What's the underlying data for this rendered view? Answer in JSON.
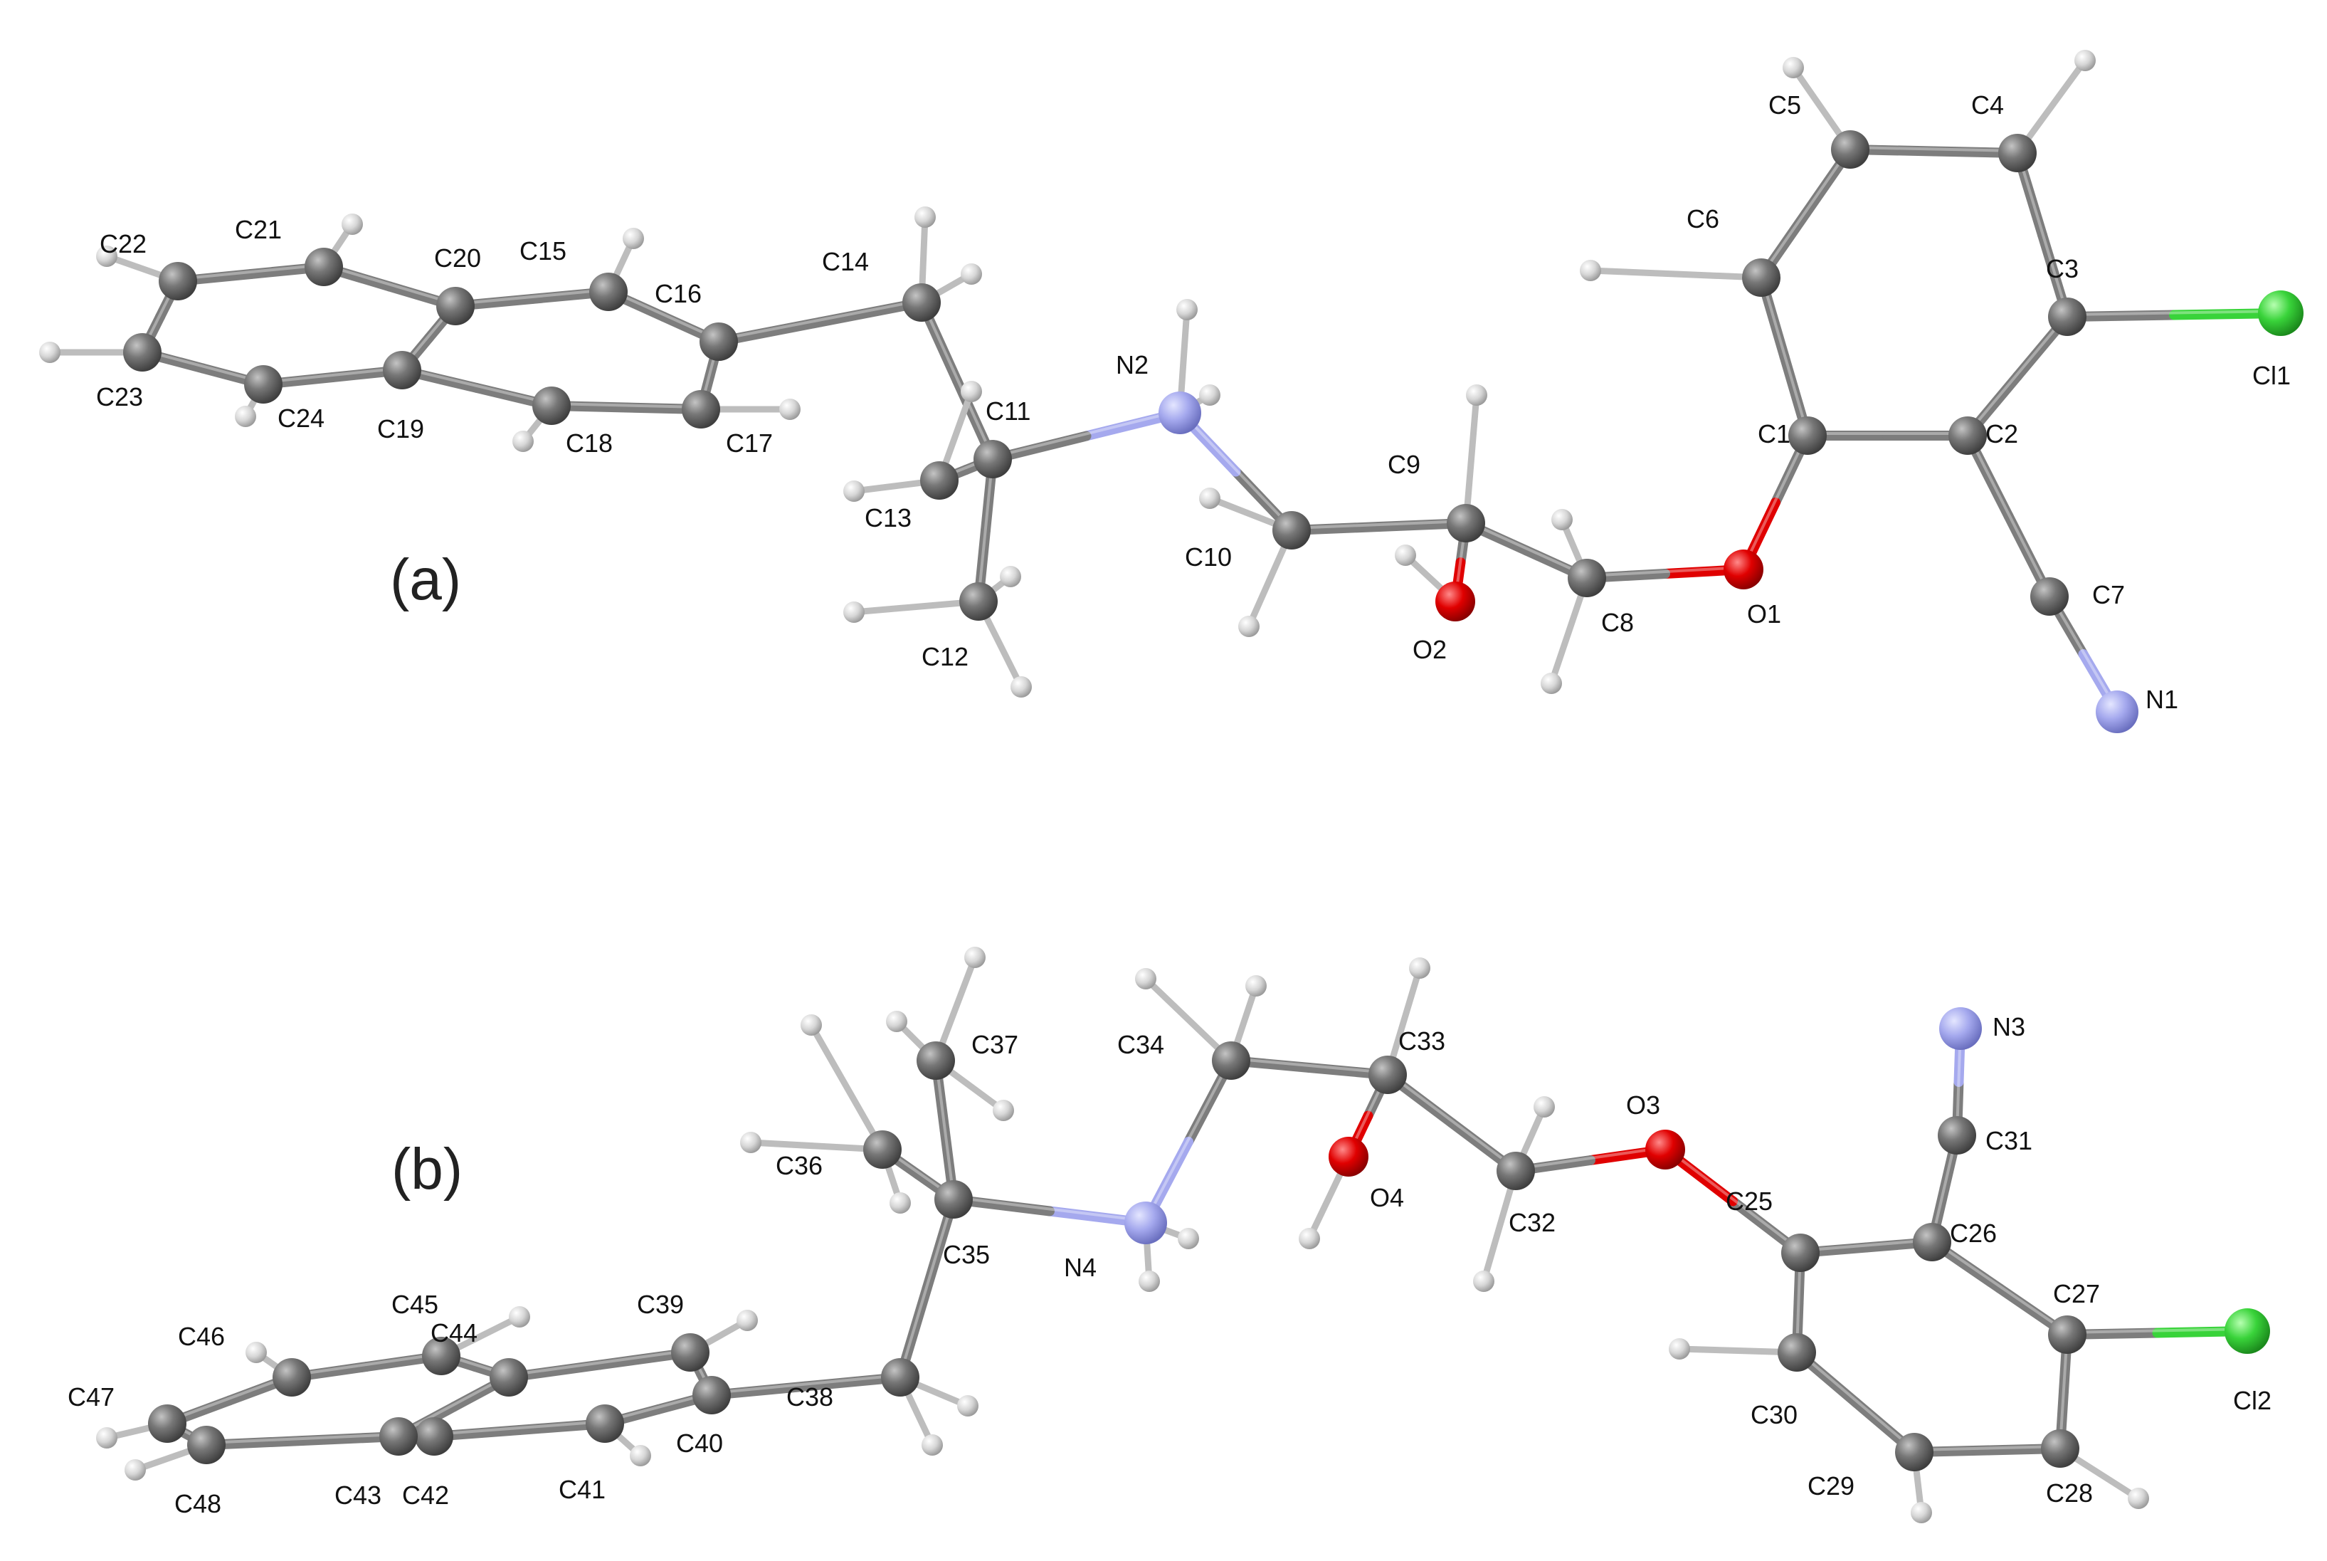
{
  "figure": {
    "panels": [
      {
        "id": "a",
        "label": "(a)",
        "atoms": [
          {
            "id": "C1",
            "el": "C"
          },
          {
            "id": "C2",
            "el": "C"
          },
          {
            "id": "C3",
            "el": "C"
          },
          {
            "id": "C4",
            "el": "C"
          },
          {
            "id": "C5",
            "el": "C"
          },
          {
            "id": "C6",
            "el": "C"
          },
          {
            "id": "C7",
            "el": "C"
          },
          {
            "id": "N1",
            "el": "N"
          },
          {
            "id": "Cl1",
            "el": "Cl"
          },
          {
            "id": "O1",
            "el": "O"
          },
          {
            "id": "C8",
            "el": "C"
          },
          {
            "id": "C9",
            "el": "C"
          },
          {
            "id": "O2",
            "el": "O"
          },
          {
            "id": "C10",
            "el": "C"
          },
          {
            "id": "N2",
            "el": "N"
          },
          {
            "id": "C11",
            "el": "C"
          },
          {
            "id": "C12",
            "el": "C"
          },
          {
            "id": "C13",
            "el": "C"
          },
          {
            "id": "C14",
            "el": "C"
          },
          {
            "id": "C15",
            "el": "C"
          },
          {
            "id": "C16",
            "el": "C"
          },
          {
            "id": "C17",
            "el": "C"
          },
          {
            "id": "C18",
            "el": "C"
          },
          {
            "id": "C19",
            "el": "C"
          },
          {
            "id": "C20",
            "el": "C"
          },
          {
            "id": "C21",
            "el": "C"
          },
          {
            "id": "C22",
            "el": "C"
          },
          {
            "id": "C23",
            "el": "C"
          },
          {
            "id": "C24",
            "el": "C"
          }
        ],
        "bonds": [
          [
            "C1",
            "C2"
          ],
          [
            "C2",
            "C3"
          ],
          [
            "C3",
            "C4"
          ],
          [
            "C4",
            "C5"
          ],
          [
            "C5",
            "C6"
          ],
          [
            "C6",
            "C1"
          ],
          [
            "C3",
            "Cl1"
          ],
          [
            "C2",
            "C7"
          ],
          [
            "C7",
            "N1"
          ],
          [
            "C1",
            "O1"
          ],
          [
            "O1",
            "C8"
          ],
          [
            "C8",
            "C9"
          ],
          [
            "C9",
            "O2"
          ],
          [
            "C9",
            "C10"
          ],
          [
            "C10",
            "N2"
          ],
          [
            "N2",
            "C11"
          ],
          [
            "C11",
            "C12"
          ],
          [
            "C11",
            "C13"
          ],
          [
            "C11",
            "C14"
          ],
          [
            "C14",
            "C16"
          ],
          [
            "C16",
            "C15"
          ],
          [
            "C15",
            "C20"
          ],
          [
            "C20",
            "C19"
          ],
          [
            "C19",
            "C18"
          ],
          [
            "C18",
            "C17"
          ],
          [
            "C17",
            "C16"
          ],
          [
            "C20",
            "C21"
          ],
          [
            "C21",
            "C22"
          ],
          [
            "C22",
            "C23"
          ],
          [
            "C23",
            "C24"
          ],
          [
            "C24",
            "C19"
          ]
        ]
      },
      {
        "id": "b",
        "label": "(b)",
        "atoms": [
          {
            "id": "C25",
            "el": "C"
          },
          {
            "id": "C26",
            "el": "C"
          },
          {
            "id": "C27",
            "el": "C"
          },
          {
            "id": "C28",
            "el": "C"
          },
          {
            "id": "C29",
            "el": "C"
          },
          {
            "id": "C30",
            "el": "C"
          },
          {
            "id": "C31",
            "el": "C"
          },
          {
            "id": "N3",
            "el": "N"
          },
          {
            "id": "Cl2",
            "el": "Cl"
          },
          {
            "id": "O3",
            "el": "O"
          },
          {
            "id": "C32",
            "el": "C"
          },
          {
            "id": "C33",
            "el": "C"
          },
          {
            "id": "O4",
            "el": "O"
          },
          {
            "id": "C34",
            "el": "C"
          },
          {
            "id": "N4",
            "el": "N"
          },
          {
            "id": "C35",
            "el": "C"
          },
          {
            "id": "C36",
            "el": "C"
          },
          {
            "id": "C37",
            "el": "C"
          },
          {
            "id": "C38",
            "el": "C"
          },
          {
            "id": "C39",
            "el": "C"
          },
          {
            "id": "C40",
            "el": "C"
          },
          {
            "id": "C41",
            "el": "C"
          },
          {
            "id": "C42",
            "el": "C"
          },
          {
            "id": "C43",
            "el": "C"
          },
          {
            "id": "C44",
            "el": "C"
          },
          {
            "id": "C45",
            "el": "C"
          },
          {
            "id": "C46",
            "el": "C"
          },
          {
            "id": "C47",
            "el": "C"
          },
          {
            "id": "C48",
            "el": "C"
          }
        ],
        "bonds": [
          [
            "C25",
            "C26"
          ],
          [
            "C26",
            "C27"
          ],
          [
            "C27",
            "C28"
          ],
          [
            "C28",
            "C29"
          ],
          [
            "C29",
            "C30"
          ],
          [
            "C30",
            "C25"
          ],
          [
            "C27",
            "Cl2"
          ],
          [
            "C26",
            "C31"
          ],
          [
            "C31",
            "N3"
          ],
          [
            "C25",
            "O3"
          ],
          [
            "O3",
            "C32"
          ],
          [
            "C32",
            "C33"
          ],
          [
            "C33",
            "O4"
          ],
          [
            "C33",
            "C34"
          ],
          [
            "C34",
            "N4"
          ],
          [
            "N4",
            "C35"
          ],
          [
            "C35",
            "C36"
          ],
          [
            "C35",
            "C37"
          ],
          [
            "C35",
            "C38"
          ],
          [
            "C38",
            "C40"
          ],
          [
            "C40",
            "C39"
          ],
          [
            "C39",
            "C44"
          ],
          [
            "C44",
            "C43"
          ],
          [
            "C43",
            "C42"
          ],
          [
            "C42",
            "C41"
          ],
          [
            "C41",
            "C40"
          ],
          [
            "C44",
            "C45"
          ],
          [
            "C45",
            "C46"
          ],
          [
            "C46",
            "C47"
          ],
          [
            "C47",
            "C48"
          ],
          [
            "C48",
            "C43"
          ]
        ]
      }
    ],
    "element_colors": {
      "C": "#707070",
      "N": "#a5a9ee",
      "O": "#e00000",
      "Cl": "#39d33a",
      "H": "#d0d0d0"
    },
    "bond_color": "#7d7d7d"
  }
}
